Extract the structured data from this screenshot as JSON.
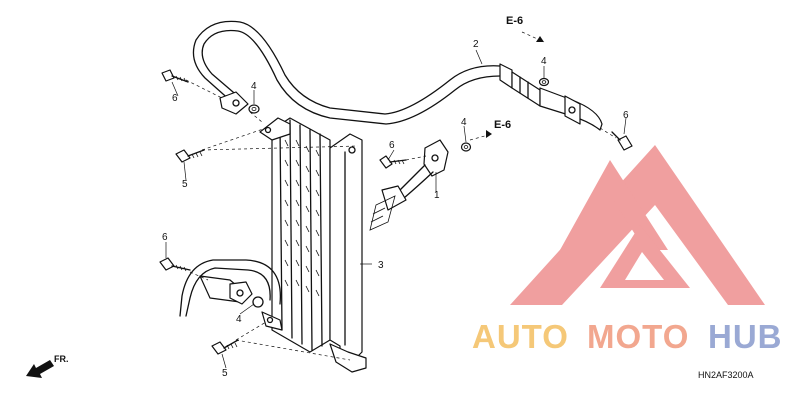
{
  "diagram": {
    "drawing_code": "HN2AF3200A",
    "front_marker": "FR.",
    "refs": [
      "E-6",
      "E-6"
    ],
    "callouts": [
      "1",
      "2",
      "3",
      "4",
      "4",
      "4",
      "4",
      "5",
      "5",
      "6",
      "6",
      "6",
      "6"
    ]
  },
  "watermark": {
    "word_a": "AUTO",
    "word_b": "MOTO",
    "word_c": "HUB",
    "colors": {
      "logo_red": "#f09a9a",
      "auto": "#f5c878",
      "moto": "#f2a78f",
      "hub": "#9aa9d4"
    }
  }
}
